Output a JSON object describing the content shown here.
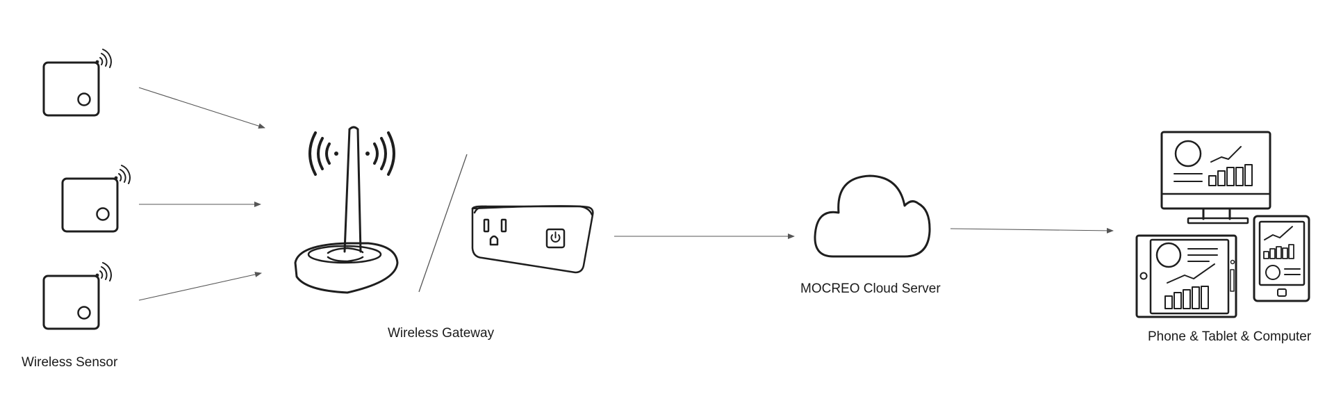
{
  "labels": {
    "sensor": "Wireless Sensor",
    "gateway": "Wireless Gateway",
    "cloud": "MOCREO Cloud Server",
    "devices": "Phone & Tablet & Computer"
  },
  "colors": {
    "stroke": "#1e1e1e",
    "arrow": "#555555",
    "background": "#ffffff"
  }
}
